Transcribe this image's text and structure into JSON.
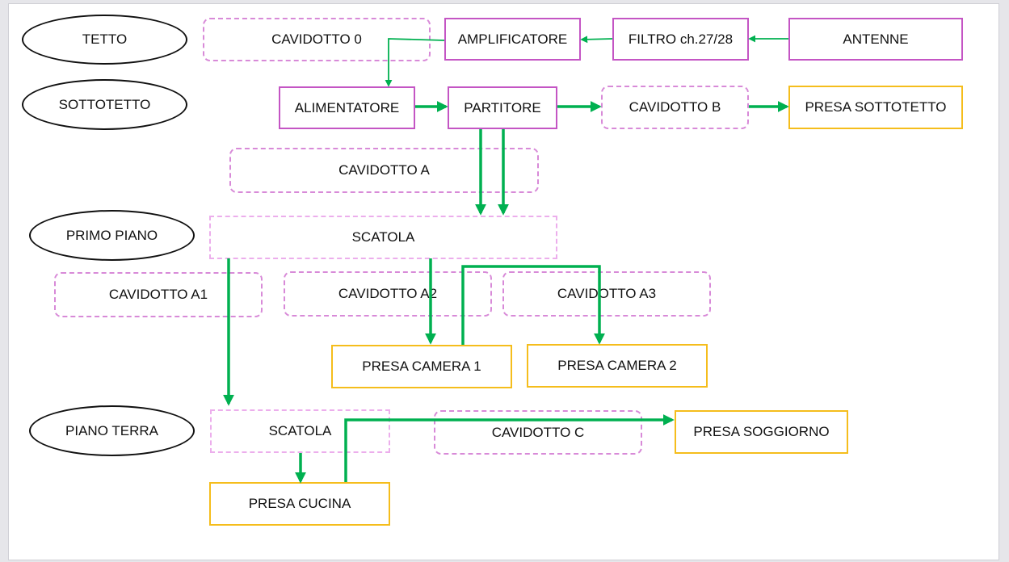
{
  "levels": {
    "tetto": "TETTO",
    "sottotetto": "SOTTOTETTO",
    "primo_piano": "PRIMO PIANO",
    "piano_terra": "PIANO TERRA"
  },
  "devices": {
    "amplificatore": "AMPLIFICATORE",
    "filtro": "FILTRO ch.27/28",
    "antenne": "ANTENNE",
    "alimentatore": "ALIMENTATORE",
    "partitore": "PARTITORE"
  },
  "conduits": {
    "cavidotto_0": "CAVIDOTTO 0",
    "cavidotto_b": "CAVIDOTTO B",
    "cavidotto_a": "CAVIDOTTO A",
    "cavidotto_a1": "CAVIDOTTO A1",
    "cavidotto_a2": "CAVIDOTTO A2",
    "cavidotto_a3": "CAVIDOTTO A3",
    "cavidotto_c": "CAVIDOTTO C"
  },
  "boxes": {
    "scatola_primo": "SCATOLA",
    "scatola_terra": "SCATOLA"
  },
  "outlets": {
    "presa_sottotetto": "PRESA SOTTOTETTO",
    "presa_camera_1": "PRESA CAMERA 1",
    "presa_camera_2": "PRESA CAMERA 2",
    "presa_soggiorno": "PRESA SOGGIORNO",
    "presa_cucina": "PRESA CUCINA"
  },
  "colors": {
    "arrow": "#00b050",
    "device_border": "#c455c4",
    "conduit_border": "#d88ad8",
    "outlet_border": "#f5bd1c",
    "level_border": "#111111"
  }
}
